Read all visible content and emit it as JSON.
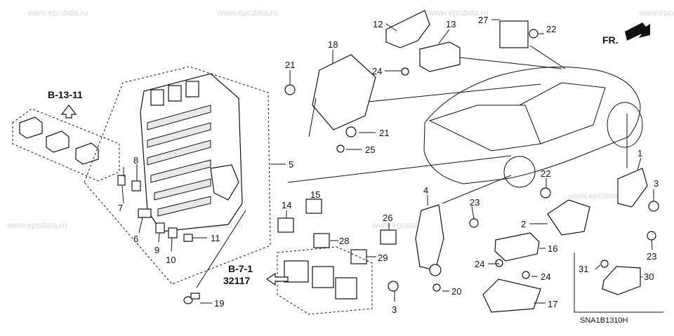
{
  "watermark": "www.epcdata.ru",
  "diagram_code": "SNA1B1310H",
  "direction_label": "FR.",
  "references": {
    "upper": "B-13-11",
    "lower_line1": "B-7-1",
    "lower_line2": "32117"
  },
  "callouts": [
    "1",
    "2",
    "3",
    "3",
    "4",
    "5",
    "6",
    "7",
    "8",
    "9",
    "10",
    "11",
    "12",
    "13",
    "14",
    "15",
    "16",
    "17",
    "18",
    "19",
    "20",
    "21",
    "21",
    "22",
    "22",
    "23",
    "23",
    "24",
    "24",
    "24",
    "25",
    "26",
    "27",
    "28",
    "29",
    "30",
    "31"
  ]
}
